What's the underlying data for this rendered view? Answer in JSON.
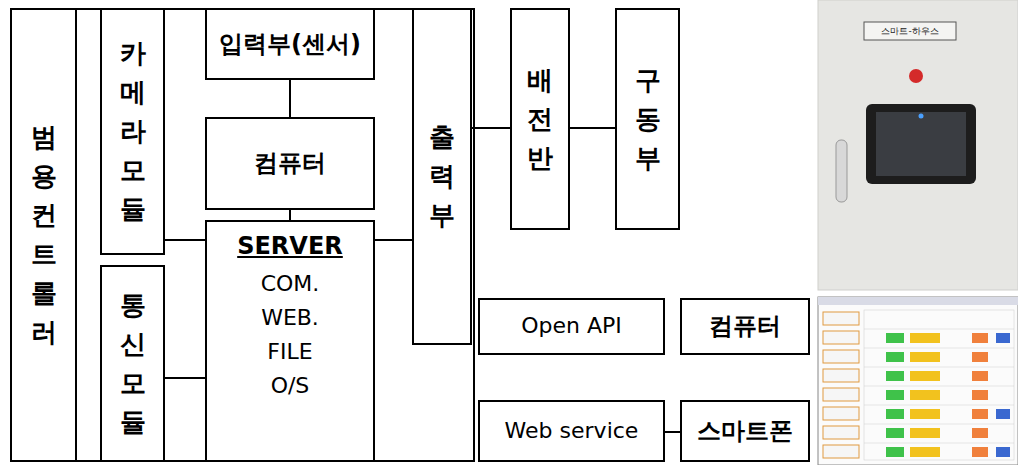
{
  "diagram": {
    "nodes": [
      {
        "text": [
          "범용컨트롤러"
        ]
      },
      {
        "text": [
          "카메라모듈"
        ],
        "in": 0
      },
      {
        "text": [
          "입력부(센서)"
        ],
        "in": 0
      },
      {
        "text": [
          "컴퓨터"
        ],
        "in": 0
      },
      {
        "text": [
          "SERVER",
          "COM. WEB. FILE O/S"
        ],
        "in": 0
      },
      {
        "text": [
          "통신모듈"
        ],
        "in": 0
      },
      {
        "text": [
          "출력부"
        ],
        "in": 0
      },
      {
        "text": [
          "배전반"
        ]
      },
      {
        "text": [
          "구동부"
        ]
      },
      {
        "text": [
          "Open API"
        ]
      },
      {
        "text": [
          "컴퓨터"
        ]
      },
      {
        "text": [
          "Web service"
        ]
      },
      {
        "text": [
          "스마트폰"
        ]
      }
    ],
    "edges": [
      {
        "from": 2,
        "to": 3,
        "arrow": "none"
      },
      {
        "from": 3,
        "to": 4,
        "arrow": "none"
      },
      {
        "from": 1,
        "to": 4,
        "arrow": "none"
      },
      {
        "from": 5,
        "to": 4,
        "arrow": "none"
      },
      {
        "from": 4,
        "to": 6,
        "arrow": "none"
      },
      {
        "from": 6,
        "to": 7,
        "arrow": "none"
      },
      {
        "from": 7,
        "to": 8,
        "arrow": "none"
      },
      {
        "from": 11,
        "to": 12,
        "arrow": "none"
      }
    ],
    "labels": [
      "스마트-하우스"
    ]
  }
}
